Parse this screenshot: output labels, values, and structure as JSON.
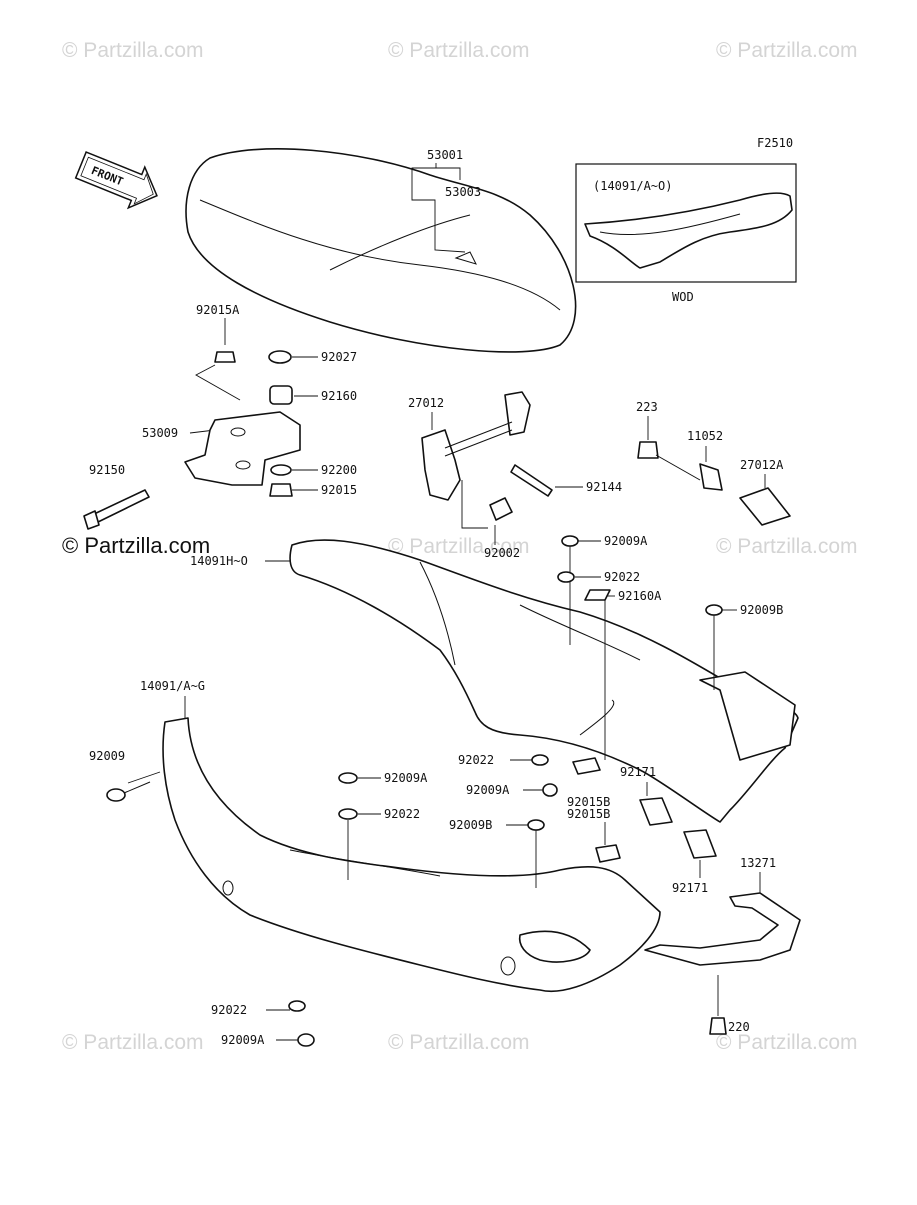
{
  "figure_code": "F2510",
  "front_label": "FRONT",
  "inset": {
    "ref": "(14091/A~O)",
    "caption": "WOD"
  },
  "watermark": "© Partzilla.com",
  "watermark_primary": "© Partzilla.com",
  "parts": {
    "p53001": "53001",
    "p53003": "53003",
    "p92015A_top": "92015A",
    "p92027": "92027",
    "p92160": "92160",
    "p53009": "53009",
    "p92150": "92150",
    "p92200": "92200",
    "p92015": "92015",
    "p27012": "27012",
    "p92144": "92144",
    "p92002": "92002",
    "p223": "223",
    "p11052": "11052",
    "p27012A": "27012A",
    "p92009A_1": "92009A",
    "p14091H": "14091H~O",
    "p92022_1": "92022",
    "p92160A": "92160A",
    "p92009B_1": "92009B",
    "p14091AG": "14091/A~G",
    "p92009": "92009",
    "p92009A_2": "92009A",
    "p92022_2": "92022",
    "p92022_3": "92022",
    "p92009A_3": "92009A",
    "p92015B_1": "92015B",
    "p92171_1": "92171",
    "p92009B_2": "92009B",
    "p92015B_2": "92015B",
    "p92171_2": "92171",
    "p13271": "13271",
    "p92022_4": "92022",
    "p92009A_4": "92009A",
    "p220": "220"
  }
}
